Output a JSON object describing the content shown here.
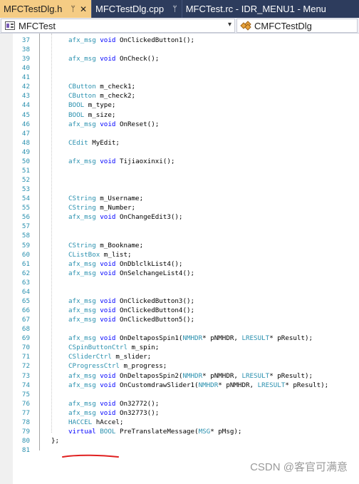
{
  "tabs": [
    {
      "label": "MFCTestDlg.h",
      "pin": "ᛘ",
      "close": "✕",
      "active": true
    },
    {
      "label": "MFCTestDlg.cpp",
      "pin": "ᛘ",
      "active": false
    },
    {
      "label": "MFCTest.rc - IDR_MENU1 - Menu",
      "active": false
    }
  ],
  "nav": {
    "project": "MFCTest",
    "class": "CMFCTestDlg",
    "arrow": "▾"
  },
  "lines": [
    {
      "n": "37",
      "t": [
        [
          "kw2",
          "afx_msg"
        ],
        [
          "kw",
          " void"
        ],
        [
          "fn",
          " OnClickedButton1();"
        ]
      ]
    },
    {
      "n": "38",
      "t": []
    },
    {
      "n": "39",
      "t": [
        [
          "kw2",
          "afx_msg"
        ],
        [
          "kw",
          " void"
        ],
        [
          "fn",
          " OnCheck();"
        ]
      ]
    },
    {
      "n": "40",
      "t": []
    },
    {
      "n": "41",
      "t": []
    },
    {
      "n": "42",
      "t": [
        [
          "ty",
          "CButton"
        ],
        [
          "fn",
          " m_check1;"
        ]
      ]
    },
    {
      "n": "43",
      "t": [
        [
          "ty",
          "CButton"
        ],
        [
          "fn",
          " m_check2;"
        ]
      ]
    },
    {
      "n": "44",
      "t": [
        [
          "ty",
          "BOOL"
        ],
        [
          "fn",
          " m_type;"
        ]
      ]
    },
    {
      "n": "45",
      "t": [
        [
          "ty",
          "BOOL"
        ],
        [
          "fn",
          " m_size;"
        ]
      ]
    },
    {
      "n": "46",
      "t": [
        [
          "kw2",
          "afx_msg"
        ],
        [
          "kw",
          " void"
        ],
        [
          "fn",
          " OnReset();"
        ]
      ]
    },
    {
      "n": "47",
      "t": []
    },
    {
      "n": "48",
      "t": [
        [
          "ty",
          "CEdit"
        ],
        [
          "fn",
          " MyEdit;"
        ]
      ]
    },
    {
      "n": "49",
      "t": []
    },
    {
      "n": "50",
      "t": [
        [
          "kw2",
          "afx_msg"
        ],
        [
          "kw",
          " void"
        ],
        [
          "fn",
          " Tijiaoxinxi();"
        ]
      ]
    },
    {
      "n": "51",
      "t": []
    },
    {
      "n": "52",
      "t": []
    },
    {
      "n": "53",
      "t": []
    },
    {
      "n": "54",
      "t": [
        [
          "ty",
          "CString"
        ],
        [
          "fn",
          " m_Username;"
        ]
      ]
    },
    {
      "n": "55",
      "t": [
        [
          "ty",
          "CString"
        ],
        [
          "fn",
          " m_Number;"
        ]
      ]
    },
    {
      "n": "56",
      "t": [
        [
          "kw2",
          "afx_msg"
        ],
        [
          "kw",
          " void"
        ],
        [
          "fn",
          " OnChangeEdit3();"
        ]
      ]
    },
    {
      "n": "57",
      "t": []
    },
    {
      "n": "58",
      "t": []
    },
    {
      "n": "59",
      "t": [
        [
          "ty",
          "CString"
        ],
        [
          "fn",
          " m_Bookname;"
        ]
      ]
    },
    {
      "n": "60",
      "t": [
        [
          "ty",
          "CListBox"
        ],
        [
          "fn",
          " m_list;"
        ]
      ]
    },
    {
      "n": "61",
      "t": [
        [
          "kw2",
          "afx_msg"
        ],
        [
          "kw",
          " void"
        ],
        [
          "fn",
          " OnDblclkList4();"
        ]
      ]
    },
    {
      "n": "62",
      "t": [
        [
          "kw2",
          "afx_msg"
        ],
        [
          "kw",
          " void"
        ],
        [
          "fn",
          " OnSelchangeList4();"
        ]
      ]
    },
    {
      "n": "63",
      "t": []
    },
    {
      "n": "64",
      "t": []
    },
    {
      "n": "65",
      "t": [
        [
          "kw2",
          "afx_msg"
        ],
        [
          "kw",
          " void"
        ],
        [
          "fn",
          " OnClickedButton3();"
        ]
      ]
    },
    {
      "n": "66",
      "t": [
        [
          "kw2",
          "afx_msg"
        ],
        [
          "kw",
          " void"
        ],
        [
          "fn",
          " OnClickedButton4();"
        ]
      ]
    },
    {
      "n": "67",
      "t": [
        [
          "kw2",
          "afx_msg"
        ],
        [
          "kw",
          " void"
        ],
        [
          "fn",
          " OnClickedButton5();"
        ]
      ]
    },
    {
      "n": "68",
      "t": []
    },
    {
      "n": "69",
      "t": [
        [
          "kw2",
          "afx_msg"
        ],
        [
          "kw",
          " void"
        ],
        [
          "fn",
          " OnDeltaposSpin1("
        ],
        [
          "ty",
          "NMHDR"
        ],
        [
          "fn",
          "* pNMHDR, "
        ],
        [
          "ty",
          "LRESULT"
        ],
        [
          "fn",
          "* pResult);"
        ]
      ]
    },
    {
      "n": "70",
      "t": [
        [
          "ty",
          "CSpinButtonCtrl"
        ],
        [
          "fn",
          " m_spin;"
        ]
      ]
    },
    {
      "n": "71",
      "t": [
        [
          "ty",
          "CSliderCtrl"
        ],
        [
          "fn",
          " m_slider;"
        ]
      ]
    },
    {
      "n": "72",
      "t": [
        [
          "ty",
          "CProgressCtrl"
        ],
        [
          "fn",
          " m_progress;"
        ]
      ]
    },
    {
      "n": "73",
      "t": [
        [
          "kw2",
          "afx_msg"
        ],
        [
          "kw",
          " void"
        ],
        [
          "fn",
          " OnDeltaposSpin2("
        ],
        [
          "ty",
          "NMHDR"
        ],
        [
          "fn",
          "* pNMHDR, "
        ],
        [
          "ty",
          "LRESULT"
        ],
        [
          "fn",
          "* pResult);"
        ]
      ]
    },
    {
      "n": "74",
      "t": [
        [
          "kw2",
          "afx_msg"
        ],
        [
          "kw",
          " void"
        ],
        [
          "fn",
          " OnCustomdrawSlider1("
        ],
        [
          "ty",
          "NMHDR"
        ],
        [
          "fn",
          "* pNMHDR, "
        ],
        [
          "ty",
          "LRESULT"
        ],
        [
          "fn",
          "* pResult);"
        ]
      ]
    },
    {
      "n": "75",
      "t": []
    },
    {
      "n": "76",
      "t": [
        [
          "kw2",
          "afx_msg"
        ],
        [
          "kw",
          " void"
        ],
        [
          "fn",
          " On32772();"
        ]
      ]
    },
    {
      "n": "77",
      "t": [
        [
          "kw2",
          "afx_msg"
        ],
        [
          "kw",
          " void"
        ],
        [
          "fn",
          " On32773();"
        ]
      ]
    },
    {
      "n": "78",
      "t": [
        [
          "ty",
          "HACCEL"
        ],
        [
          "fn",
          " hAccel;"
        ]
      ]
    },
    {
      "n": "79",
      "t": [
        [
          "kw",
          "virtual"
        ],
        [
          "ty",
          " BOOL"
        ],
        [
          "fn",
          " PreTranslateMessage("
        ],
        [
          "ty",
          "MSG"
        ],
        [
          "fn",
          "* pMsg);"
        ]
      ]
    },
    {
      "n": "80",
      "t": [],
      "brace": "};"
    },
    {
      "n": "81",
      "t": []
    }
  ],
  "watermark": "CSDN @客官可满意",
  "colors": {
    "line_number": "#2b91af",
    "keyword": "#0000ff",
    "type": "#2b91af",
    "tab_active": "#f5cc84",
    "tabbar": "#2d3c5d",
    "annotation": "#e02020"
  }
}
